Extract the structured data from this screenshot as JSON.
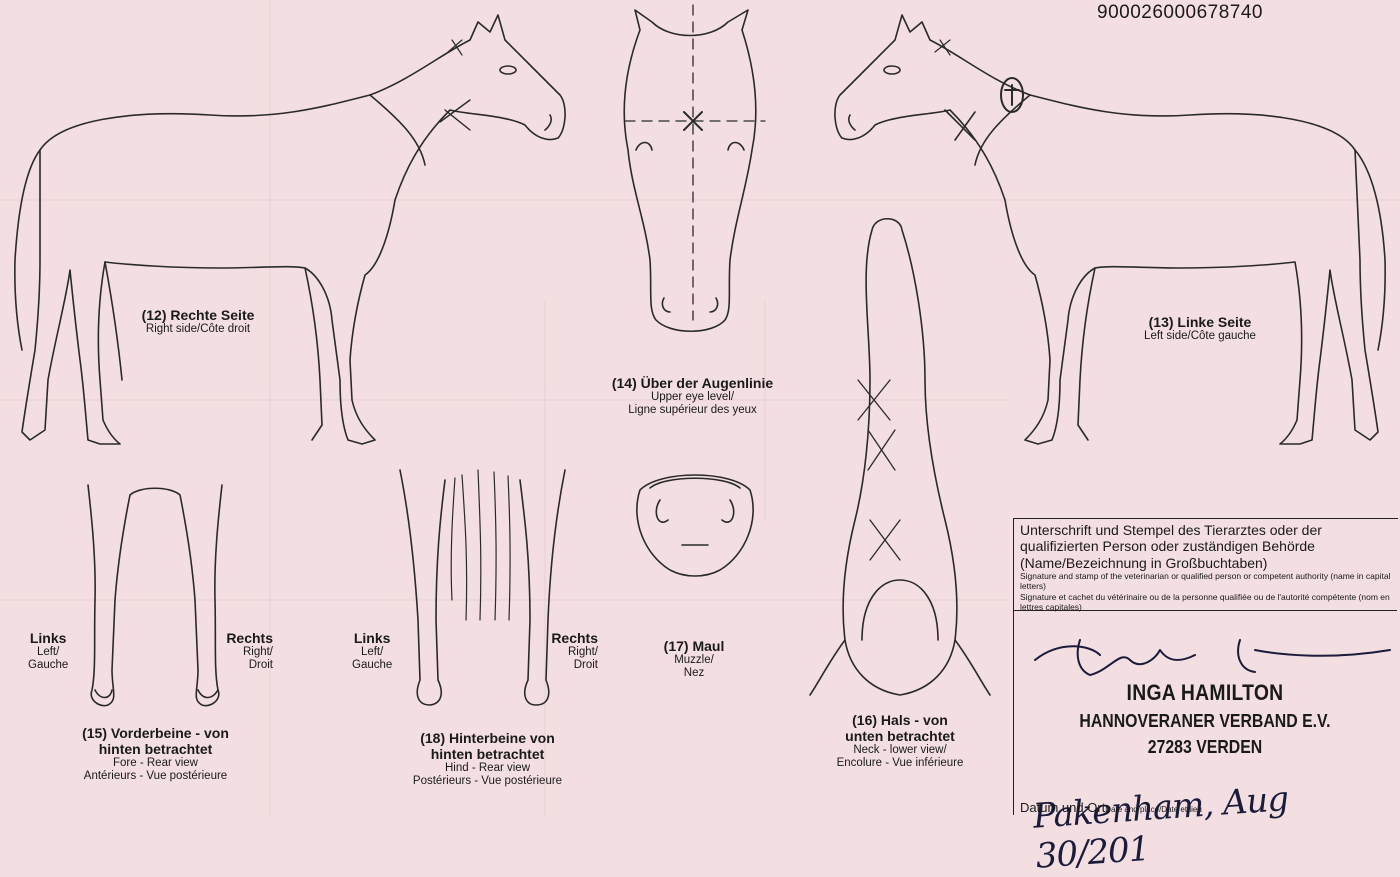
{
  "header": {
    "chip_number": "900026000678740"
  },
  "views": {
    "right_side": {
      "de": "(12) Rechte Seite",
      "sub": "Right side/Côte droit"
    },
    "left_side": {
      "de": "(13) Linke Seite",
      "sub": "Left side/Côte gauche"
    },
    "eye_level": {
      "de": "(14) Über der Augenlinie",
      "sub1": "Upper eye level/",
      "sub2": "Ligne supérieur des yeux"
    },
    "forelegs": {
      "de1": "(15) Vorderbeine - von",
      "de2": "hinten betrachtet",
      "sub1": "Fore - Rear view",
      "sub2": "Antérieurs - Vue postérieure"
    },
    "neck": {
      "de1": "(16) Hals - von",
      "de2": "unten betrachtet",
      "sub1": "Neck - lower view/",
      "sub2": "Encolure - Vue inférieure"
    },
    "muzzle": {
      "de": "(17) Maul",
      "sub1": "Muzzle/",
      "sub2": "Nez"
    },
    "hindlegs": {
      "de1": "(18) Hinterbeine von",
      "de2": "hinten betrachtet",
      "sub1": "Hind - Rear view",
      "sub2": "Postérieurs - Vue postérieure"
    }
  },
  "leg_labels": {
    "links": "Links",
    "left": "Left/",
    "gauche": "Gauche",
    "rechts": "Rechts",
    "right": "Right/",
    "droit": "Droit"
  },
  "vet_box": {
    "heading_de": "Unterschrift und Stempel des Tierarztes oder der qualifizierten Person oder zuständigen Behörde (Name/Bezeichnung in Großbuchtaben)",
    "heading_en": "Signature and stamp of the veterinarian or qualified person or competent authority (name in capital letters)",
    "heading_fr": "Signature et cachet du vétérinaire ou de la personne qualifiée ou de l'autorité compétente (nom en lettres capitales)",
    "stamp_name": "INGA HAMILTON",
    "stamp_org": "HANNOVERANER VERBAND E.V.",
    "stamp_city": "27283 VERDEN",
    "handwritten_place_date": "Pakenham, Aug 30/201",
    "date_label": "Datum und Ort",
    "date_label_sub": "Date and place/Date et lieu"
  },
  "colors": {
    "paper": "#f3dfe2",
    "ink": "#1a1a1a"
  }
}
